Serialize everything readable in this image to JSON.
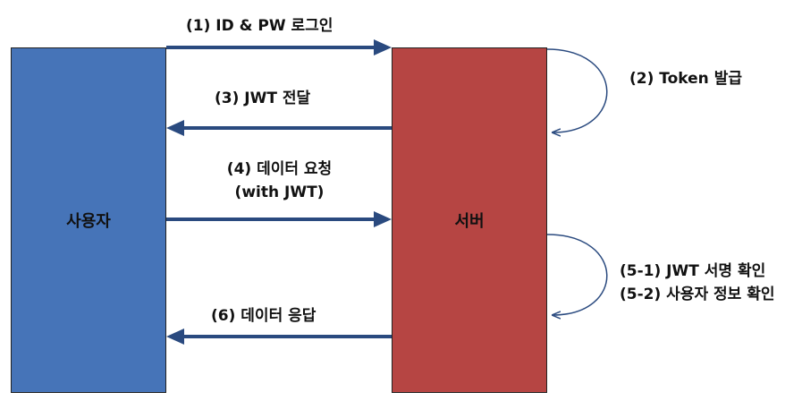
{
  "nodes": {
    "user": "사용자",
    "server": "서버"
  },
  "steps": {
    "login": "(1) ID & PW 로그인",
    "issue_token": "(2) Token 발급",
    "deliver_jwt": "(3) JWT 전달",
    "request_line1": "(4) 데이터 요청",
    "request_line2": "(with JWT)",
    "verify_line1": "(5-1) JWT 서명 확인",
    "verify_line2": "(5-2) 사용자 정보 확인",
    "response": "(6) 데이터 응답"
  },
  "colors": {
    "user_box": "#4674b8",
    "server_box": "#b64543",
    "arrow": "#2a4a7f"
  }
}
